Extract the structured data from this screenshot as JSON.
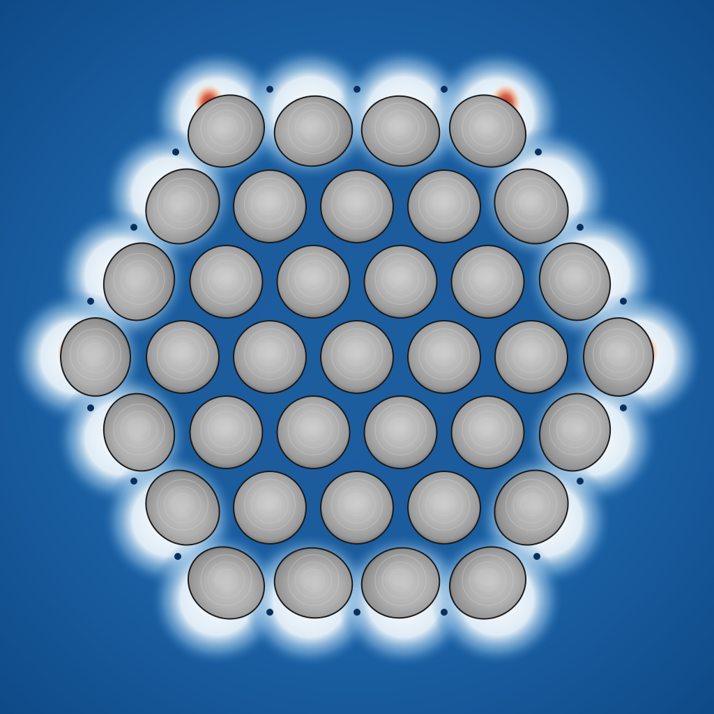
{
  "scene": {
    "description_label": "",
    "colors": {
      "background_outer": "#0f4c8c",
      "background_inner": "#1b62a6",
      "glow_white": "#f4f8fb",
      "glow_light_blue": "#9cc7e6",
      "hot_red": "#b81f24",
      "hot_orange": "#f0a070",
      "blob_fill": "#b9b9b9",
      "blob_highlight": "#d6d6d6",
      "blob_shadow": "#6e6e6e",
      "blob_outline": "#1a1a1a",
      "junction_dot": "#0a2f5c"
    },
    "lattice": {
      "type": "hexagonal",
      "rows": [
        4,
        5,
        6,
        7,
        6,
        5,
        4
      ],
      "total_blobs": 37
    }
  }
}
